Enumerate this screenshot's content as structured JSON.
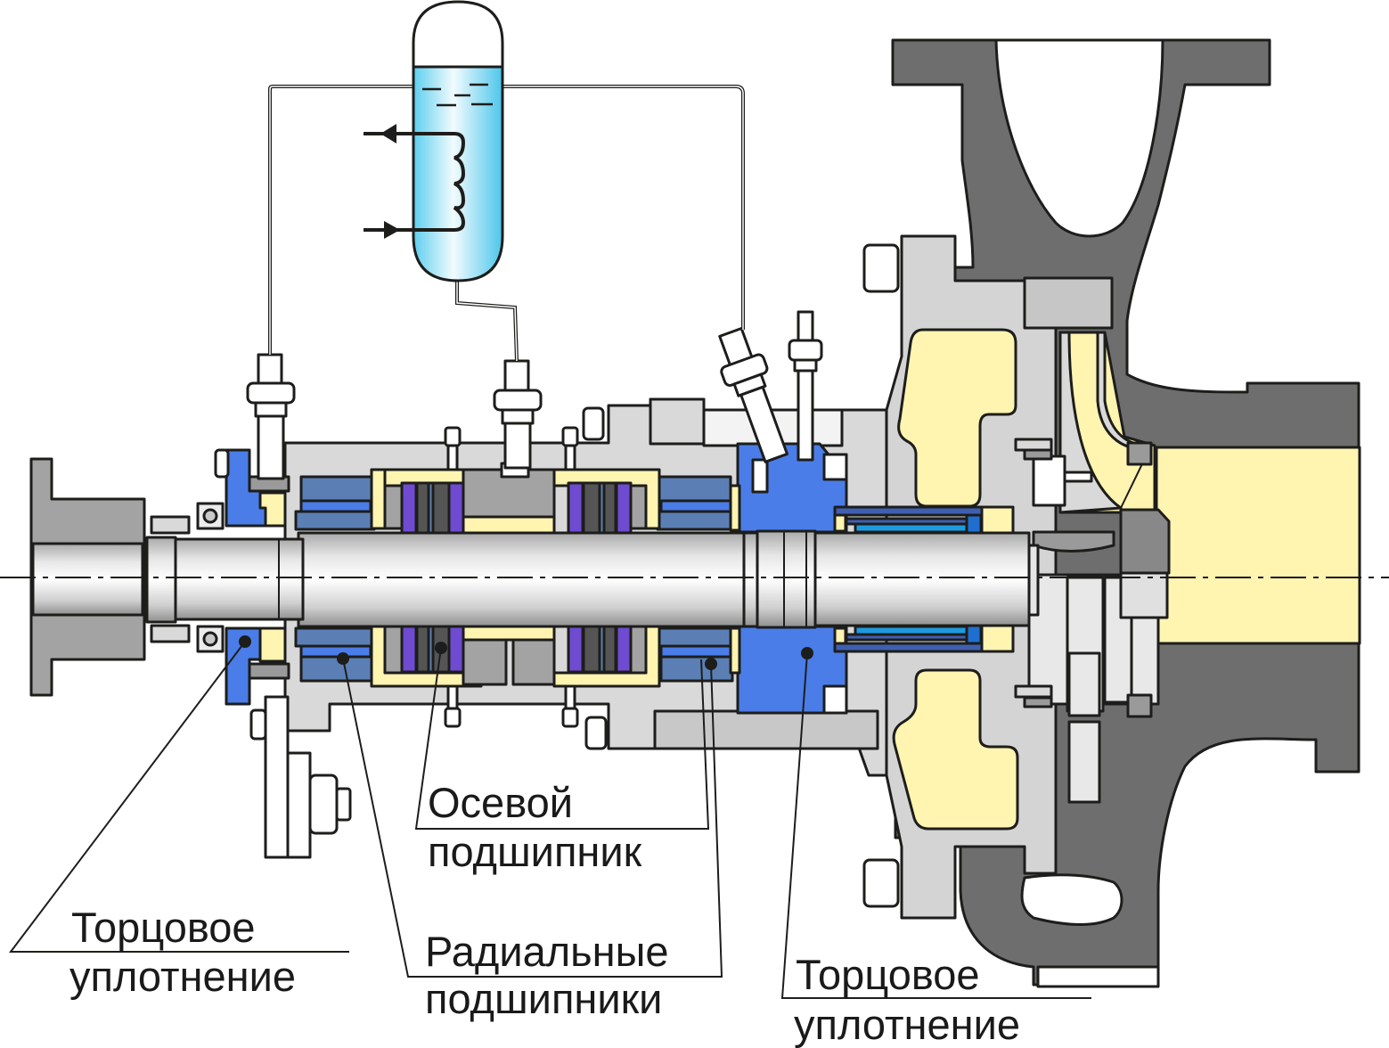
{
  "title": "Centrifugal pump with magnetic-free bearing housing: seals and bearings",
  "colors": {
    "casing": "#6e6e6e",
    "housing": "#d9d9d9",
    "housing_dark": "#a3a3a3",
    "cavity_yellow": "#fff4b0",
    "seal_blue": "#4a7de8",
    "bearing_steel_blue": "#5b7fb5",
    "thrust_purple": "#6e4bd1",
    "thrust_dark": "#555555",
    "tank_fluid": "#5dd0ef",
    "outline": "#1d1d1b"
  },
  "components": {
    "reservoir": "barrier-fluid-tank",
    "coil": "cooling-coil",
    "shaft": "pump-shaft",
    "impeller": "impeller",
    "volute": "pump-casing",
    "coupling": "coupling-hub"
  },
  "labels": {
    "axial_bearing": {
      "line1": "Осевой",
      "line2": "подшипник"
    },
    "radial_bearings": {
      "line1": "Радиальные",
      "line2": "подшипники"
    },
    "mech_seal_left": {
      "line1": "Торцовое",
      "line2": "уплотнение"
    },
    "mech_seal_right": {
      "line1": "Торцовое",
      "line2": "уплотнение"
    }
  }
}
